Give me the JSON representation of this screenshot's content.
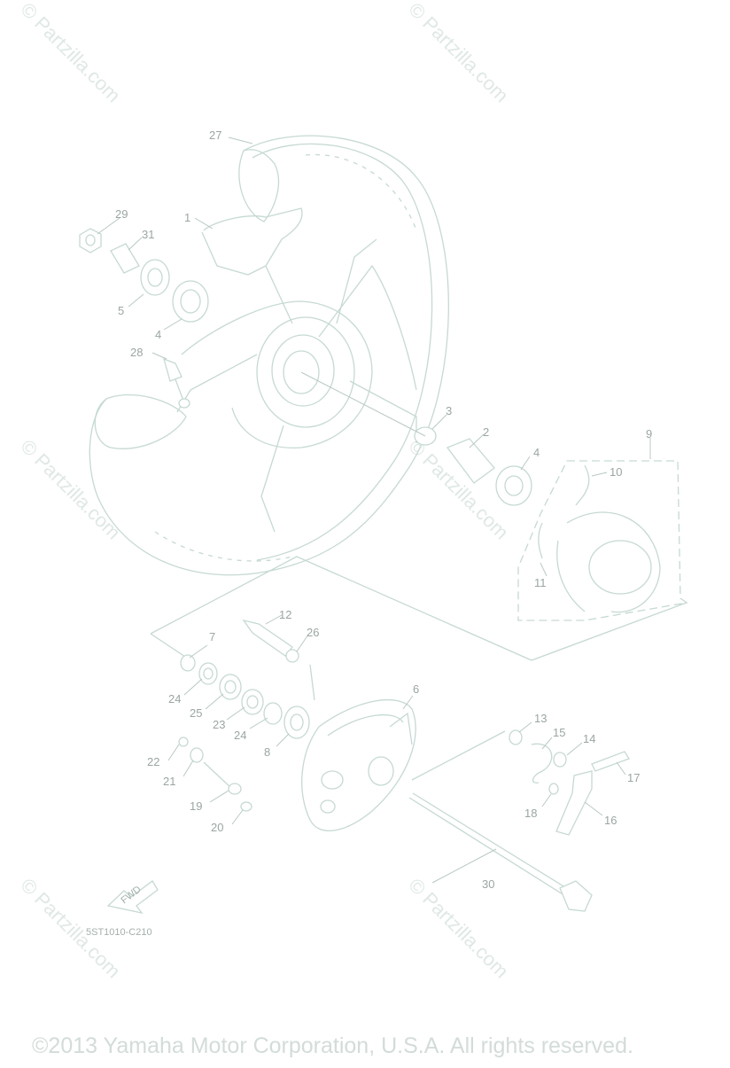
{
  "watermark_text": "© Partzilla.com",
  "copyright": "©2013 Yamaha Motor Corporation, U.S.A. All rights reserved.",
  "diagram_code": "5ST1010-C210",
  "fwd_label": "FWD",
  "callouts": {
    "c1": "1",
    "c2": "2",
    "c3": "3",
    "c4a": "4",
    "c4b": "4",
    "c5": "5",
    "c6": "6",
    "c7": "7",
    "c8": "8",
    "c9": "9",
    "c10": "10",
    "c11": "11",
    "c12": "12",
    "c13": "13",
    "c14": "14",
    "c15": "15",
    "c16": "16",
    "c17": "17",
    "c18": "18",
    "c19": "19",
    "c20": "20",
    "c21": "21",
    "c22": "22",
    "c23": "23",
    "c24a": "24",
    "c24b": "24",
    "c25": "25",
    "c26": "26",
    "c27": "27",
    "c28": "28",
    "c29": "29",
    "c30": "30",
    "c31": "31"
  }
}
